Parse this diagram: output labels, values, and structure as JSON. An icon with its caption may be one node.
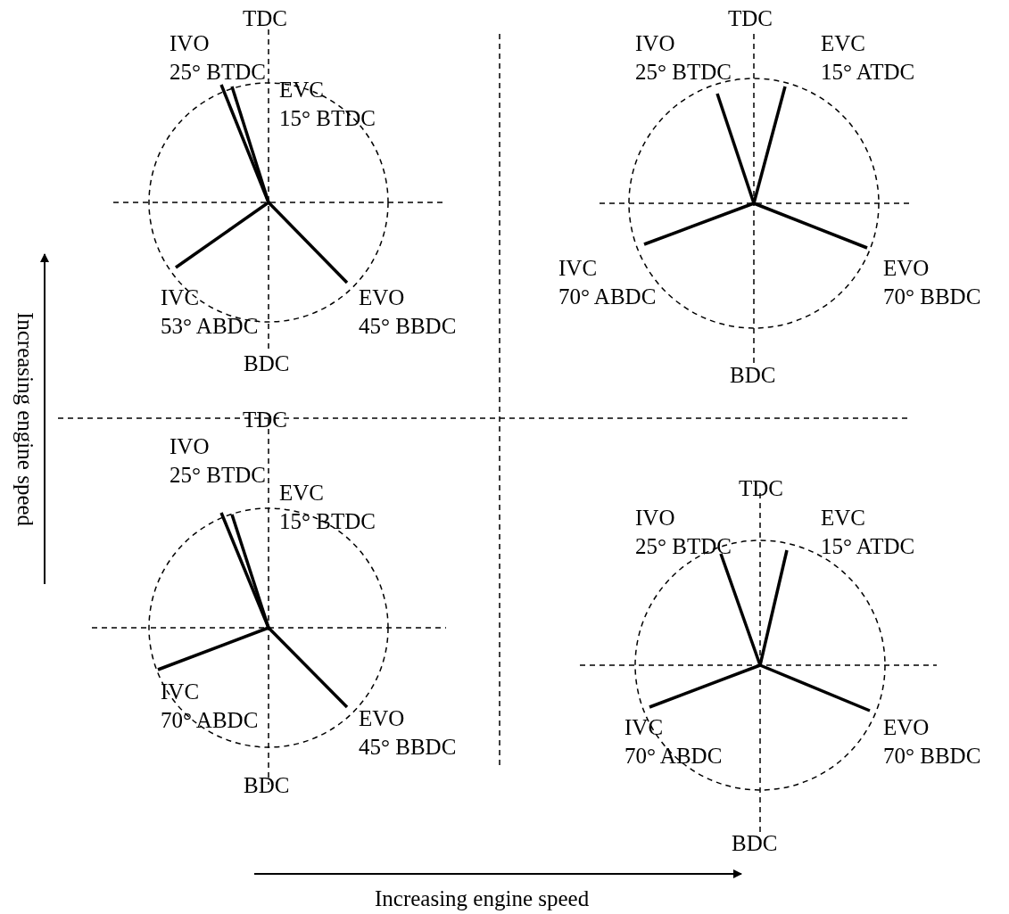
{
  "diagram": {
    "labels": [
      "TDC",
      "IVO 25° BTDC",
      "EVC 15° BTDC",
      "IVC 53° ABDC",
      "EVO 45° BBDC",
      "BDC",
      "TDC",
      "IVO 25° BTDC",
      "EVC 15° ATDC",
      "IVC 70° ABDC",
      "EVO 70° BBDC",
      "BDC",
      "TDC",
      "IVO 25° BTDC",
      "EVC 15° BTDC",
      "IVC 70° ABDC",
      "EVO 45° BBDC",
      "BDC",
      "TDC",
      "IVO 25° BTDC",
      "EVC 15° ATDC",
      "IVC 70° ABDC",
      "EVO 70° BBDC",
      "BDC",
      "Increasing engine speed",
      "Increasing engine speed"
    ]
  }
}
